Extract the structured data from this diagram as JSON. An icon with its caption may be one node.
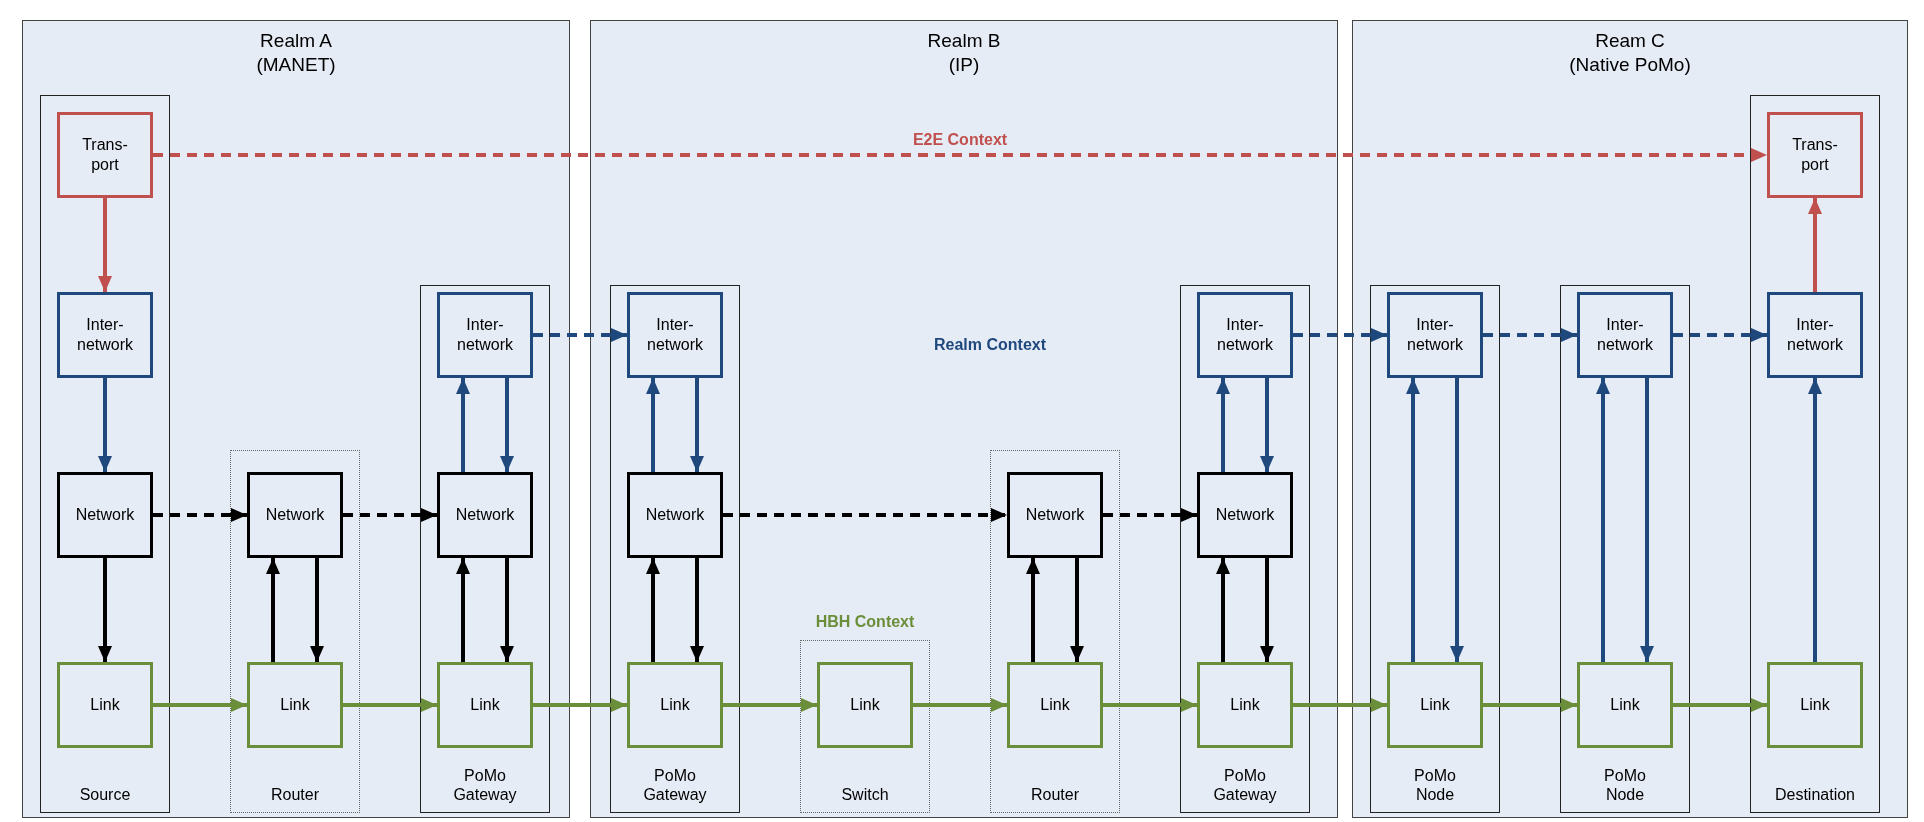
{
  "diagram": {
    "nodes": [
      {
        "text": [
          "Realm A (MANET)"
        ]
      },
      {
        "text": [
          "Source"
        ],
        "in": 0
      },
      {
        "text": [
          "Trans- port"
        ],
        "in": 1
      },
      {
        "text": [
          "Inter- network"
        ],
        "in": 1
      },
      {
        "text": [
          "Network"
        ],
        "in": 1
      },
      {
        "text": [
          "Link"
        ],
        "in": 1
      },
      {
        "text": [
          "Router"
        ],
        "in": 0
      },
      {
        "text": [
          "Network"
        ],
        "in": 6
      },
      {
        "text": [
          "Link"
        ],
        "in": 6
      },
      {
        "text": [
          "PoMo Gateway"
        ],
        "in": 0
      },
      {
        "text": [
          "Inter- network"
        ],
        "in": 9
      },
      {
        "text": [
          "Network"
        ],
        "in": 9
      },
      {
        "text": [
          "Link"
        ],
        "in": 9
      },
      {
        "text": [
          "Realm B (IP)"
        ]
      },
      {
        "text": [
          "PoMo Gateway"
        ],
        "in": 13
      },
      {
        "text": [
          "Inter- network"
        ],
        "in": 14
      },
      {
        "text": [
          "Network"
        ],
        "in": 14
      },
      {
        "text": [
          "Link"
        ],
        "in": 14
      },
      {
        "text": [
          "Switch"
        ],
        "in": 13
      },
      {
        "text": [
          "Link"
        ],
        "in": 18
      },
      {
        "text": [
          "Router"
        ],
        "in": 13
      },
      {
        "text": [
          "Network"
        ],
        "in": 20
      },
      {
        "text": [
          "Link"
        ],
        "in": 20
      },
      {
        "text": [
          "PoMo Gateway"
        ],
        "in": 13
      },
      {
        "text": [
          "Inter- network"
        ],
        "in": 23
      },
      {
        "text": [
          "Network"
        ],
        "in": 23
      },
      {
        "text": [
          "Link"
        ],
        "in": 23
      },
      {
        "text": [
          "Ream C (Native PoMo)"
        ]
      },
      {
        "text": [
          "PoMo Node"
        ],
        "in": 27
      },
      {
        "text": [
          "Inter- network"
        ],
        "in": 28
      },
      {
        "text": [
          "Link"
        ],
        "in": 28
      },
      {
        "text": [
          "PoMo Node"
        ],
        "in": 27
      },
      {
        "text": [
          "Inter- network"
        ],
        "in": 31
      },
      {
        "text": [
          "Link"
        ],
        "in": 31
      },
      {
        "text": [
          "Destination"
        ],
        "in": 27
      },
      {
        "text": [
          "Trans- port"
        ],
        "in": 34
      },
      {
        "text": [
          "Inter- network"
        ],
        "in": 34
      },
      {
        "text": [
          "Link"
        ],
        "in": 34
      }
    ],
    "edges": [
      {
        "from": 2,
        "to": 35,
        "arrow": "to",
        "label": "E2E Context",
        "style": "dashed",
        "color": "#c0504d"
      },
      {
        "from": 2,
        "to": 3,
        "arrow": "to",
        "color": "#c0504d"
      },
      {
        "from": 3,
        "to": 4,
        "arrow": "to",
        "color": "#1f497d"
      },
      {
        "from": 4,
        "to": 5,
        "arrow": "to",
        "color": "#000000"
      },
      {
        "from": 4,
        "to": 7,
        "arrow": "to",
        "style": "dashed",
        "color": "#000000"
      },
      {
        "from": 7,
        "to": 11,
        "arrow": "to",
        "style": "dashed",
        "color": "#000000"
      },
      {
        "from": 8,
        "to": 7,
        "arrow": "to",
        "color": "#000000"
      },
      {
        "from": 7,
        "to": 8,
        "arrow": "to",
        "color": "#000000"
      },
      {
        "from": 11,
        "to": 10,
        "arrow": "to",
        "color": "#1f497d"
      },
      {
        "from": 10,
        "to": 11,
        "arrow": "to",
        "color": "#1f497d"
      },
      {
        "from": 12,
        "to": 11,
        "arrow": "to",
        "color": "#000000"
      },
      {
        "from": 11,
        "to": 12,
        "arrow": "to",
        "color": "#000000"
      },
      {
        "from": 10,
        "to": 15,
        "arrow": "to",
        "style": "dashed",
        "color": "#1f497d"
      },
      {
        "from": 16,
        "to": 15,
        "arrow": "to",
        "color": "#1f497d"
      },
      {
        "from": 15,
        "to": 16,
        "arrow": "to",
        "color": "#1f497d"
      },
      {
        "from": 17,
        "to": 16,
        "arrow": "to",
        "color": "#000000"
      },
      {
        "from": 16,
        "to": 17,
        "arrow": "to",
        "color": "#000000"
      },
      {
        "from": 16,
        "to": 21,
        "arrow": "to",
        "style": "dashed",
        "color": "#000000"
      },
      {
        "from": 22,
        "to": 21,
        "arrow": "to",
        "color": "#000000"
      },
      {
        "from": 21,
        "to": 22,
        "arrow": "to",
        "color": "#000000"
      },
      {
        "from": 21,
        "to": 25,
        "arrow": "to",
        "style": "dashed",
        "color": "#000000"
      },
      {
        "from": 25,
        "to": 24,
        "arrow": "to",
        "color": "#1f497d"
      },
      {
        "from": 24,
        "to": 25,
        "arrow": "to",
        "color": "#1f497d"
      },
      {
        "from": 26,
        "to": 25,
        "arrow": "to",
        "color": "#000000"
      },
      {
        "from": 25,
        "to": 26,
        "arrow": "to",
        "color": "#000000"
      },
      {
        "from": 24,
        "to": 29,
        "arrow": "to",
        "style": "dashed",
        "color": "#1f497d"
      },
      {
        "from": 30,
        "to": 29,
        "arrow": "to",
        "color": "#1f497d"
      },
      {
        "from": 29,
        "to": 30,
        "arrow": "to",
        "color": "#1f497d"
      },
      {
        "from": 29,
        "to": 32,
        "arrow": "to",
        "style": "dashed",
        "color": "#1f497d"
      },
      {
        "from": 33,
        "to": 32,
        "arrow": "to",
        "color": "#1f497d"
      },
      {
        "from": 32,
        "to": 33,
        "arrow": "to",
        "color": "#1f497d"
      },
      {
        "from": 32,
        "to": 36,
        "arrow": "to",
        "style": "dashed",
        "color": "#1f497d"
      },
      {
        "from": 37,
        "to": 36,
        "arrow": "to",
        "color": "#1f497d"
      },
      {
        "from": 36,
        "to": 35,
        "arrow": "to",
        "color": "#c0504d"
      },
      {
        "from": 5,
        "to": 8,
        "arrow": "to",
        "color": "#6b8e3a"
      },
      {
        "from": 8,
        "to": 12,
        "arrow": "to",
        "color": "#6b8e3a"
      },
      {
        "from": 12,
        "to": 17,
        "arrow": "to",
        "color": "#6b8e3a"
      },
      {
        "from": 17,
        "to": 19,
        "arrow": "to",
        "color": "#6b8e3a"
      },
      {
        "from": 19,
        "to": 22,
        "arrow": "to",
        "color": "#6b8e3a"
      },
      {
        "from": 22,
        "to": 26,
        "arrow": "to",
        "color": "#6b8e3a"
      },
      {
        "from": 26,
        "to": 30,
        "arrow": "to",
        "color": "#6b8e3a"
      },
      {
        "from": 30,
        "to": 33,
        "arrow": "to",
        "color": "#6b8e3a"
      },
      {
        "from": 33,
        "to": 37,
        "arrow": "to",
        "color": "#6b8e3a"
      }
    ],
    "labels": [
      "Realm Context",
      "HBH Context"
    ]
  }
}
